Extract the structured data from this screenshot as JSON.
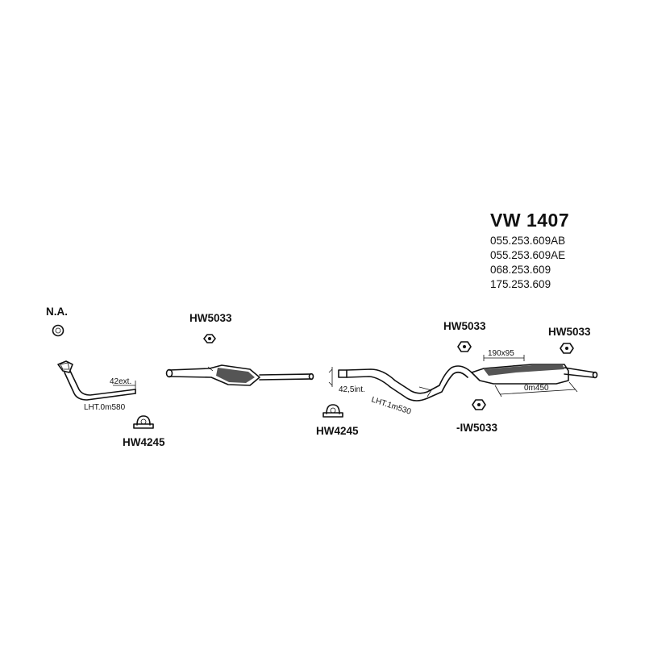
{
  "header": {
    "model": "VW 1407",
    "part_numbers": [
      "055.253.609AB",
      "055.253.609AE",
      "068.253.609",
      "175.253.609"
    ]
  },
  "labels": {
    "na": "N.A.",
    "front_clamp": "HW4245",
    "center_mount": "HW5033",
    "middle_clamp": "HW4245",
    "rear_mount_top": "HW5033",
    "rear_mount_right": "HW5033",
    "rear_mount_bottom": "-IW5033"
  },
  "dimensions": {
    "front_pipe_diameter": "42ext.",
    "front_pipe_length": "LHT.0m580",
    "rear_pipe_diameter": "42,5int.",
    "rear_pipe_length": "LHT.1m530",
    "muffler_section": "190x95",
    "muffler_length": "0m450"
  }
}
